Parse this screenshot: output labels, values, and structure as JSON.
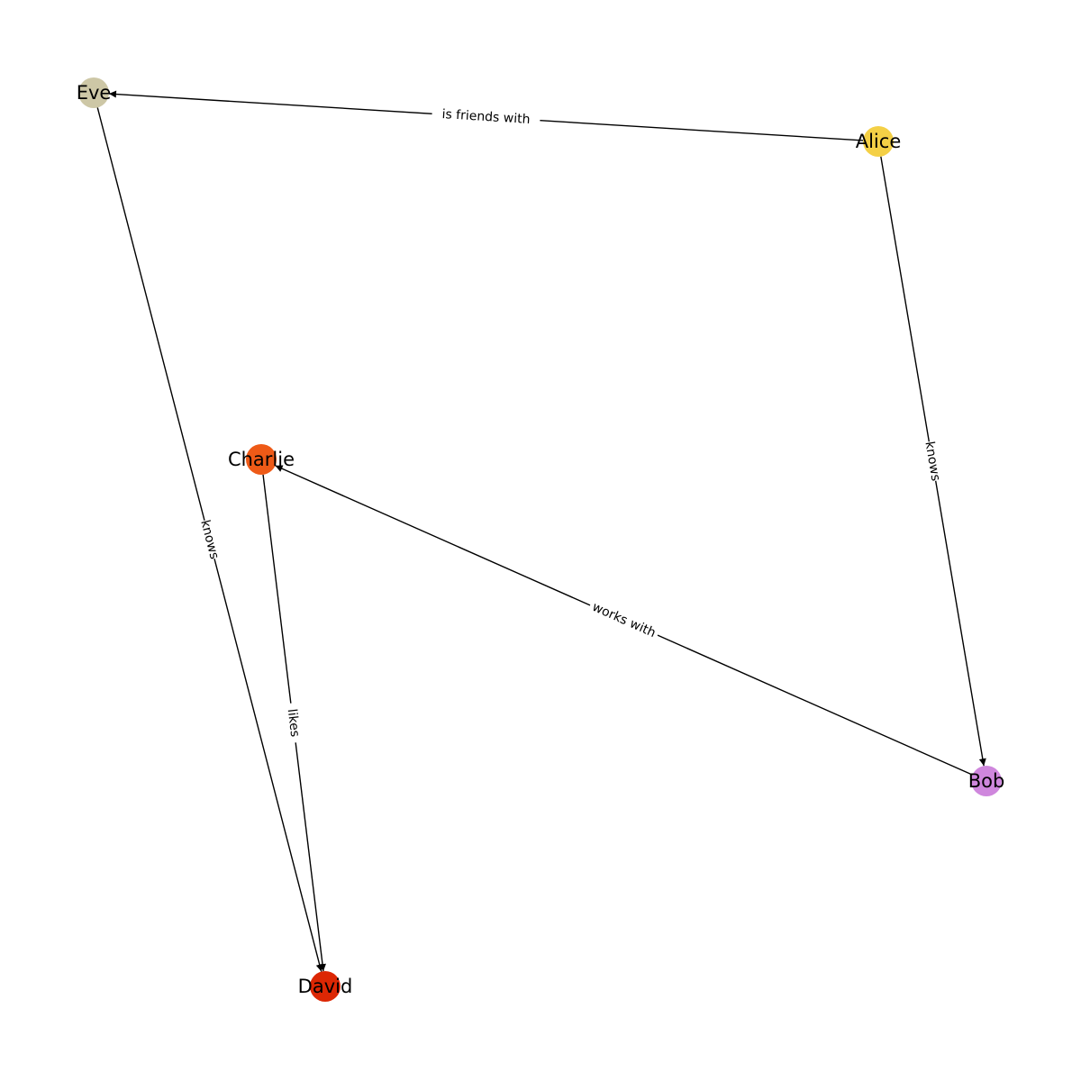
{
  "diagram": {
    "nodes": [
      {
        "id": "alice",
        "label": "Alice",
        "color": "#f4d046"
      },
      {
        "id": "bob",
        "label": "Bob",
        "color": "#cf87dd"
      },
      {
        "id": "charlie",
        "label": "Charlie",
        "color": "#ee5a17"
      },
      {
        "id": "david",
        "label": "David",
        "color": "#dc2704"
      },
      {
        "id": "eve",
        "label": "Eve",
        "color": "#cdc7a6"
      }
    ],
    "edges": [
      {
        "from": "alice",
        "to": "eve",
        "label": "is friends with"
      },
      {
        "from": "alice",
        "to": "bob",
        "label": "knows"
      },
      {
        "from": "bob",
        "to": "charlie",
        "label": "works with"
      },
      {
        "from": "charlie",
        "to": "david",
        "label": "likes"
      },
      {
        "from": "eve",
        "to": "david",
        "label": "knows"
      }
    ]
  }
}
